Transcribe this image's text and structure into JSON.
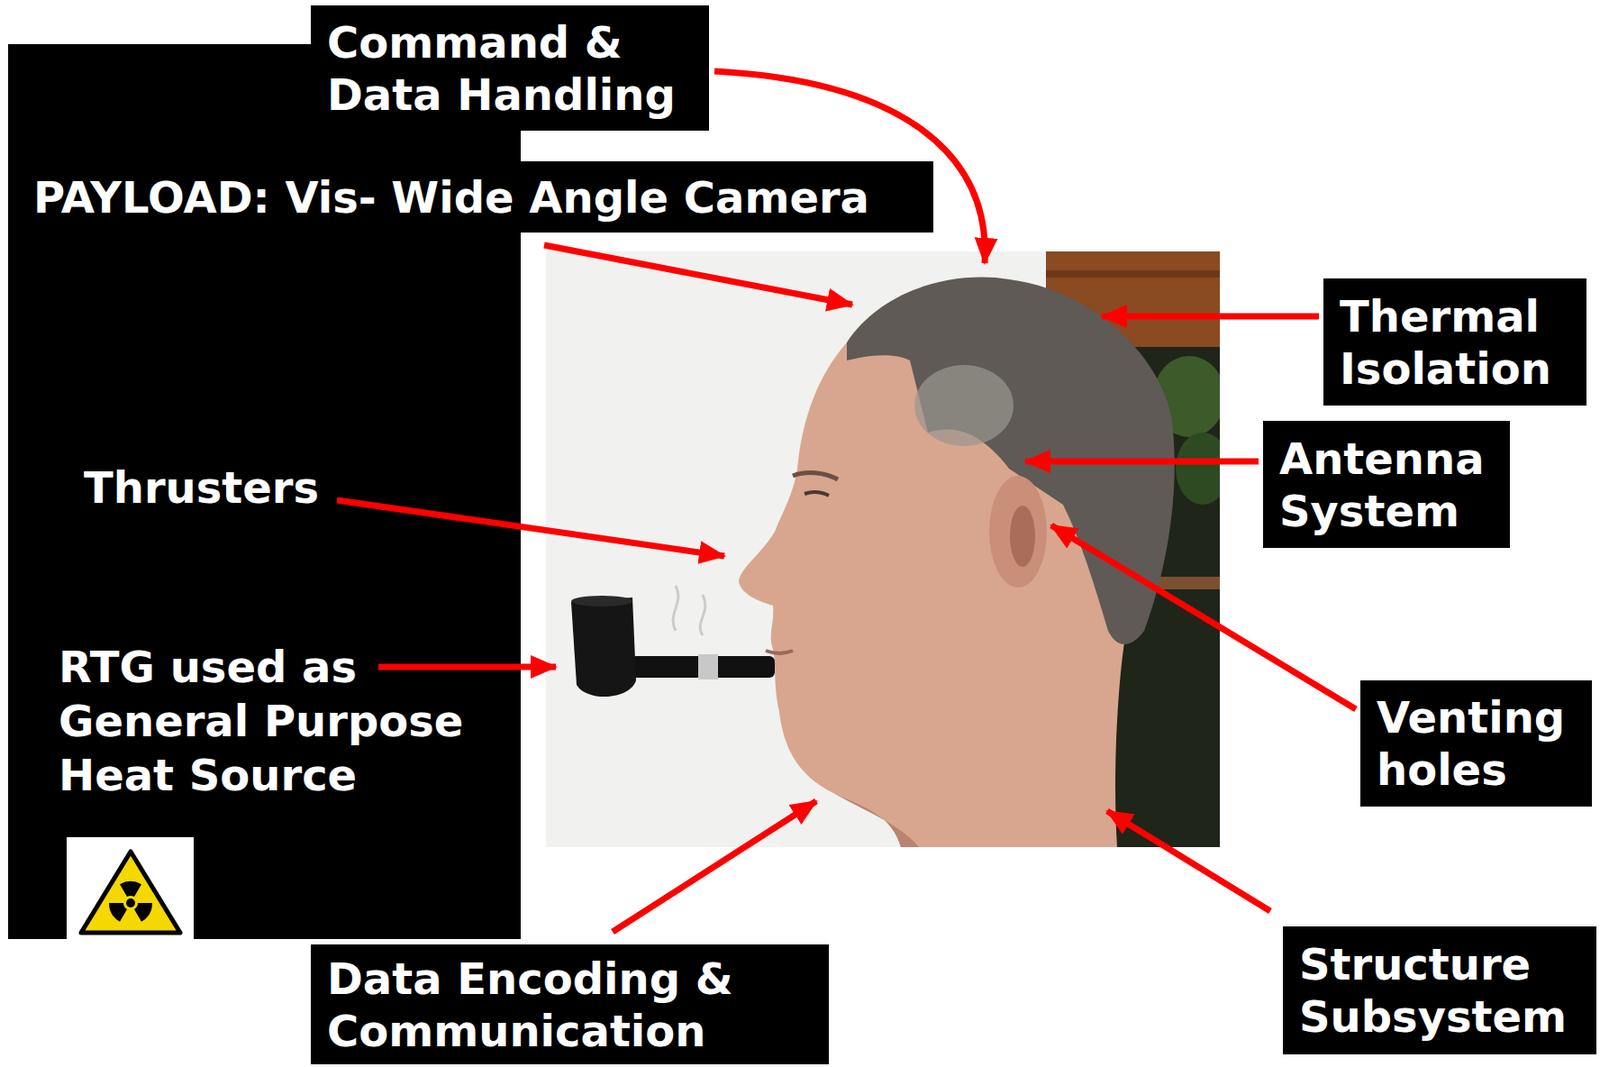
{
  "diagram": {
    "nodes": [
      {
        "text": [
          "Command & Data Handling"
        ]
      },
      {
        "text": [
          "PAYLOAD: Vis- Wide Angle Camera"
        ]
      },
      {
        "text": [
          "Thermal Isolation"
        ]
      },
      {
        "text": [
          "Antenna System"
        ]
      },
      {
        "text": [
          "Venting holes"
        ]
      },
      {
        "text": [
          "Data Encoding & Communication"
        ]
      },
      {
        "text": [
          "Structure Subsystem"
        ]
      }
    ],
    "labels": [
      "Thrusters",
      "RTG used as General Purpose Heat Source"
    ]
  }
}
